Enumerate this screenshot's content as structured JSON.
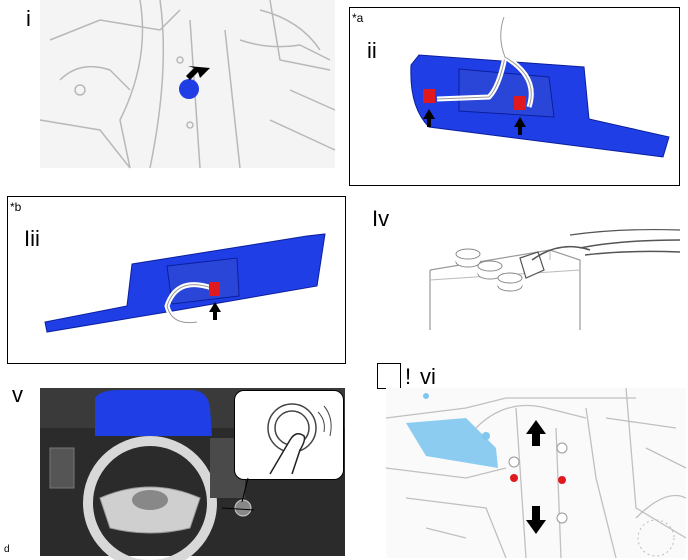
{
  "panels": {
    "p1": {
      "step": "i"
    },
    "p2": {
      "step": "ii",
      "tag": "*a"
    },
    "p3": {
      "step": "Iii",
      "tag": "*b"
    },
    "p4": {
      "step": "Iv"
    },
    "p5": {
      "step": "v"
    },
    "p6": {
      "step": "vi",
      "exclaim": "!"
    }
  },
  "footer": {
    "mark": "d"
  },
  "colors": {
    "part_blue": "#1f3ee6",
    "clip_red": "#e0191f",
    "light_blue": "#7fc7ee",
    "line": "#9a9a9a"
  }
}
